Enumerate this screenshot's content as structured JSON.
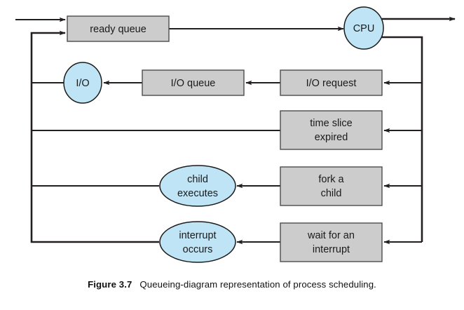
{
  "figure": {
    "caption_label": "Figure 3.7",
    "caption_text": "Queueing-diagram representation of process scheduling.",
    "background_color": "#ffffff"
  },
  "style": {
    "box_fill": "#cccccc",
    "box_stroke": "#4d4d4d",
    "ellipse_fill": "#bfe4f5",
    "ellipse_stroke": "#1a1a1a",
    "line_color": "#231f20",
    "text_color": "#1a1a1a"
  },
  "nodes": {
    "ready_queue": {
      "label": "ready queue",
      "shape": "box"
    },
    "cpu": {
      "label": "CPU",
      "shape": "ellipse"
    },
    "io": {
      "label": "I/O",
      "shape": "ellipse"
    },
    "io_queue": {
      "label": "I/O queue",
      "shape": "box"
    },
    "io_request": {
      "label": "I/O request",
      "shape": "box"
    },
    "time_slice_expired": {
      "label_line1": "time slice",
      "label_line2": "expired",
      "shape": "box"
    },
    "child_executes": {
      "label_line1": "child",
      "label_line2": "executes",
      "shape": "ellipse"
    },
    "fork_a_child": {
      "label_line1": "fork a",
      "label_line2": "child",
      "shape": "box"
    },
    "interrupt_occurs": {
      "label_line1": "interrupt",
      "label_line2": "occurs",
      "shape": "ellipse"
    },
    "wait_for_an_interrupt": {
      "label_line1": "wait for an",
      "label_line2": "interrupt",
      "shape": "box"
    }
  },
  "edges": [
    {
      "name": "entry-into-ready-queue",
      "from": "start",
      "to": "ready_queue"
    },
    {
      "name": "ready-queue-to-cpu",
      "from": "ready_queue",
      "to": "cpu"
    },
    {
      "name": "cpu-exit",
      "from": "cpu",
      "to": "exit"
    },
    {
      "name": "cpu-to-right-bus",
      "from": "cpu",
      "to": "right_bus"
    },
    {
      "name": "right-bus-to-io-request",
      "from": "right_bus",
      "to": "io_request"
    },
    {
      "name": "io-request-to-io-queue",
      "from": "io_request",
      "to": "io_queue"
    },
    {
      "name": "io-queue-to-io",
      "from": "io_queue",
      "to": "io"
    },
    {
      "name": "io-to-left-bus",
      "from": "io",
      "to": "left_bus"
    },
    {
      "name": "right-bus-to-time-slice-expired",
      "from": "right_bus",
      "to": "time_slice_expired"
    },
    {
      "name": "time-slice-expired-to-left-bus",
      "from": "time_slice_expired",
      "to": "left_bus"
    },
    {
      "name": "right-bus-to-fork-a-child",
      "from": "right_bus",
      "to": "fork_a_child"
    },
    {
      "name": "fork-a-child-to-child-executes",
      "from": "fork_a_child",
      "to": "child_executes"
    },
    {
      "name": "child-executes-to-left-bus",
      "from": "child_executes",
      "to": "left_bus"
    },
    {
      "name": "right-bus-to-wait-for-an-interrupt",
      "from": "right_bus",
      "to": "wait_for_an_interrupt"
    },
    {
      "name": "wait-for-an-interrupt-to-interrupt-occurs",
      "from": "wait_for_an_interrupt",
      "to": "interrupt_occurs"
    },
    {
      "name": "interrupt-occurs-to-left-bus",
      "from": "interrupt_occurs",
      "to": "left_bus"
    },
    {
      "name": "left-bus-back-to-ready-queue",
      "from": "left_bus",
      "to": "ready_queue"
    }
  ]
}
